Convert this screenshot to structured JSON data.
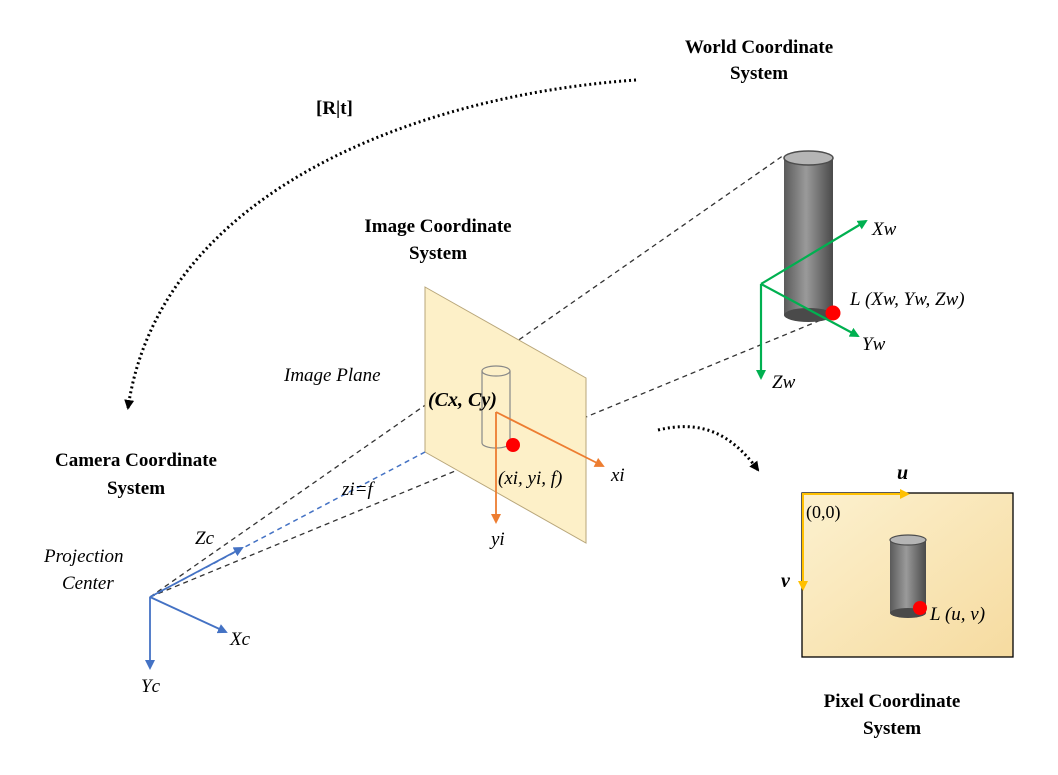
{
  "titles": {
    "world_line1": "World Coordinate",
    "world_line2": "System",
    "image_line1": "Image Coordinate",
    "image_line2": "System",
    "camera_line1": "Camera Coordinate",
    "camera_line2": "System",
    "pixel_line1": "Pixel Coordinate",
    "pixel_line2": "System"
  },
  "transform_label": "[R|t]",
  "world_axes": {
    "x": "Xw",
    "y": "Yw",
    "z": "Zw"
  },
  "world_point_label": "L (Xw, Yw, Zw)",
  "image_plane_label": "Image Plane",
  "principal_point_label": "(Cx, Cy)",
  "image_point_label": "(xi, yi, f)",
  "image_axes": {
    "x": "xi",
    "y": "yi"
  },
  "focal_label": "zi=f",
  "projection_center_line1": "Projection",
  "projection_center_line2": "Center",
  "camera_axes": {
    "x": "Xc",
    "y": "Yc",
    "z": "Zc"
  },
  "pixel_axes": {
    "u": "u",
    "v": "v"
  },
  "pixel_origin_label": "(0,0)",
  "pixel_point_label": "L (u, v)",
  "colors": {
    "world_axes": "#00b050",
    "camera_axes": "#4472c4",
    "image_axes": "#ed7d31",
    "pixel_axes": "#ffc000",
    "point": "#ff0000",
    "plane_fill": "#fdf0c8",
    "object_gray": "#707070"
  }
}
